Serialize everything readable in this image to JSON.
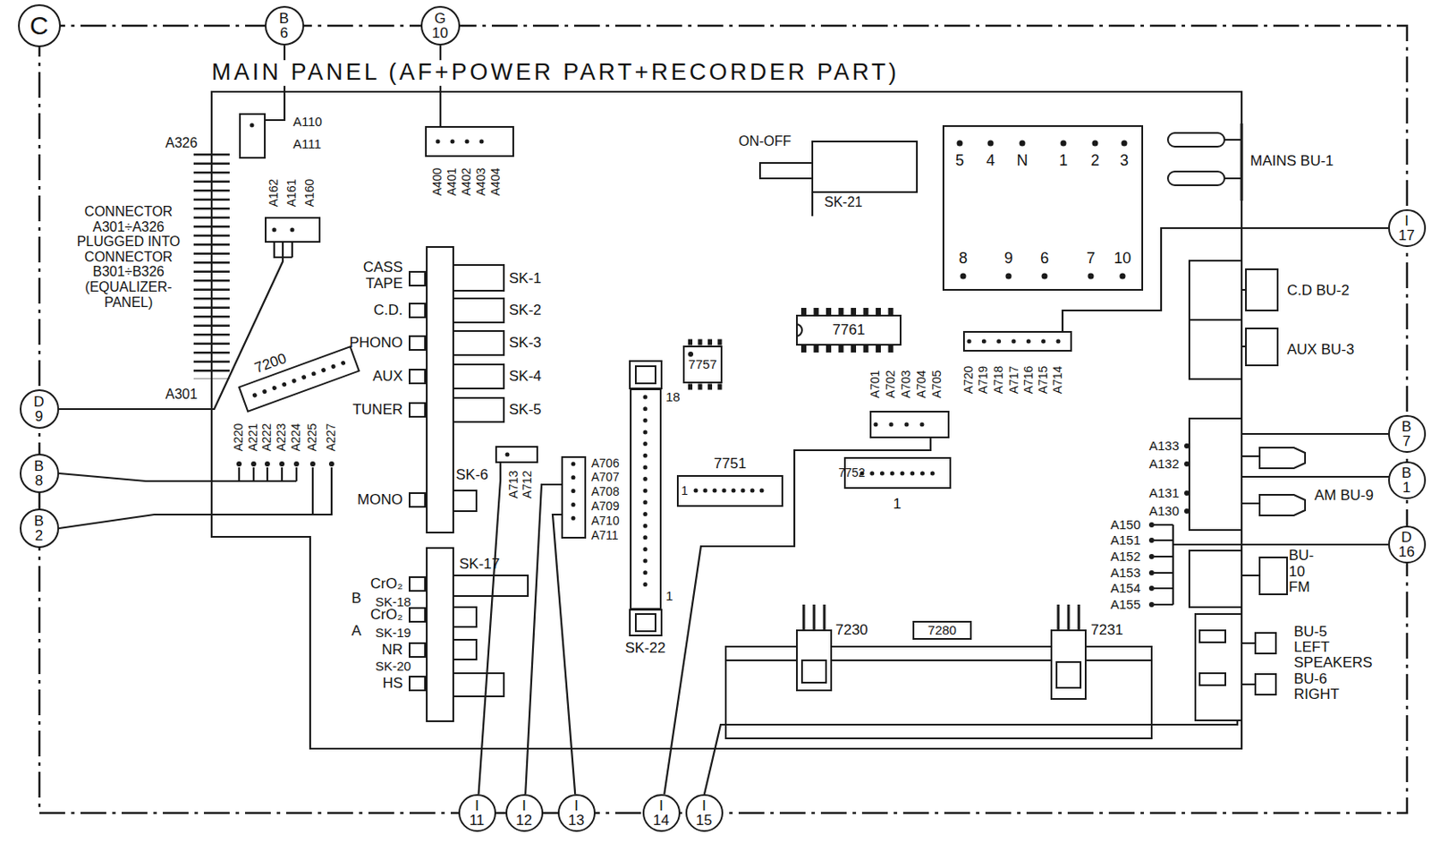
{
  "diagram": {
    "title": "MAIN PANEL (AF+POWER PART+RECORDER PART)",
    "nodes": [
      {
        "text": [
          "C"
        ]
      },
      {
        "text": [
          "B 6"
        ]
      },
      {
        "text": [
          "G 10"
        ]
      },
      {
        "text": [
          "A110",
          "A111"
        ]
      },
      {
        "text": [
          "A400",
          "A401",
          "A402",
          "A403",
          "A404"
        ]
      },
      {
        "text": [
          "A162",
          "A161",
          "A160"
        ]
      },
      {
        "text": [
          "5",
          "4",
          "N",
          "1",
          "2",
          "3",
          "8",
          "9",
          "6",
          "7",
          "10"
        ]
      },
      {
        "text": [
          "I 17"
        ]
      },
      {
        "text": [
          "D 9"
        ]
      },
      {
        "text": [
          "7200"
        ]
      },
      {
        "text": [
          "7757"
        ]
      },
      {
        "text": [
          "7761"
        ]
      },
      {
        "text": [
          "A720",
          "A719",
          "A718",
          "A717",
          "A716",
          "A715",
          "A714"
        ]
      },
      {
        "text": [
          "A701",
          "A702",
          "A703",
          "A704",
          "A705"
        ]
      },
      {
        "text": [
          "18",
          "1",
          "SK-22"
        ]
      },
      {
        "text": [
          "7751",
          "1"
        ]
      },
      {
        "text": [
          "7752",
          "1"
        ]
      },
      {
        "text": [
          "A713",
          "A712"
        ]
      },
      {
        "text": [
          "A706",
          "A707",
          "A708",
          "A709",
          "A710",
          "A711"
        ]
      },
      {
        "text": [
          "B 8"
        ]
      },
      {
        "text": [
          "B 2"
        ]
      },
      {
        "text": [
          "B 7"
        ]
      },
      {
        "text": [
          "B 1"
        ]
      },
      {
        "text": [
          "D 16"
        ]
      },
      {
        "text": [
          "7280"
        ]
      },
      {
        "text": [
          "I 11"
        ]
      },
      {
        "text": [
          "I 12"
        ]
      },
      {
        "text": [
          "I 13"
        ]
      },
      {
        "text": [
          "I 14"
        ]
      },
      {
        "text": [
          "I 15"
        ]
      }
    ],
    "edges": [
      {
        "from": 1,
        "to": 3,
        "arrow": "none"
      },
      {
        "from": 2,
        "to": 4,
        "arrow": "none"
      },
      {
        "from": 8,
        "to": 5,
        "arrow": "none"
      },
      {
        "from": 7,
        "to": 12,
        "arrow": "none"
      },
      {
        "from": 28,
        "to": 13,
        "arrow": "none"
      },
      {
        "from": 25,
        "to": 17,
        "arrow": "none"
      },
      {
        "from": 26,
        "to": 18,
        "arrow": "none"
      },
      {
        "from": 27,
        "to": 18,
        "arrow": "none"
      }
    ],
    "labels": [
      "A326",
      "CONNECTOR A301÷A326 PLUGGED INTO CONNECTOR B301÷B326 (EQUALIZER- PANEL)",
      "A301",
      "CASS TAPE",
      "SK-1",
      "C.D.",
      "SK-2",
      "PHONO",
      "SK-3",
      "AUX",
      "SK-4",
      "TUNER",
      "SK-5",
      "A220",
      "A221",
      "A222",
      "A223",
      "A224",
      "A225",
      "A227",
      "SK-6",
      "MONO",
      "SK-17",
      "CrO₂",
      "B",
      "SK-18",
      "CrO₂",
      "A",
      "SK-19",
      "NR",
      "SK-20",
      "HS",
      "ON-OFF",
      "SK-21",
      "MAINS BU-1",
      "C.D BU-2",
      "AUX BU-3",
      "A133",
      "A132",
      "A131",
      "A130",
      "AM BU-9",
      "A150",
      "A151",
      "A152",
      "A153",
      "A154",
      "A155",
      "BU-10 FM",
      "BU-5",
      "LEFT",
      "SPEAKERS",
      "BU-6",
      "RIGHT",
      "7230",
      "7231"
    ]
  }
}
